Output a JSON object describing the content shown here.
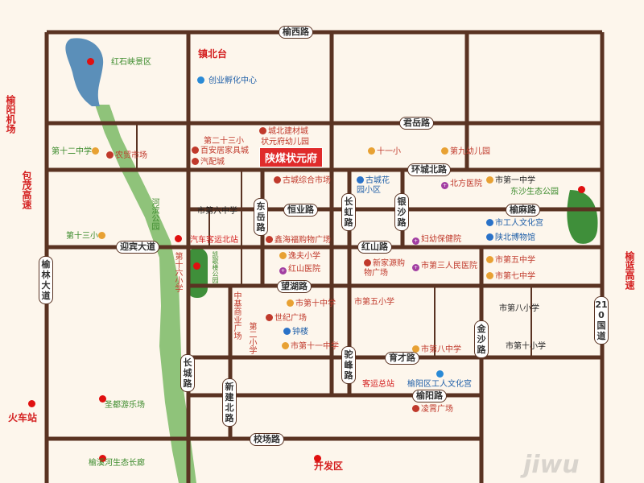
{
  "colors": {
    "background": "#fdf6ec",
    "road": "#5a3322",
    "river": "#8fc37a",
    "lake": "#5b8fb9",
    "park": "#3f8f3a",
    "highlight": "#e02b2b"
  },
  "roads": {
    "yuxi": "榆西路",
    "junyue": "君岳路",
    "huancheng_north": "环城北路",
    "hengye": "恒业路",
    "dongyue": "东岳路",
    "changhong": "长虹路",
    "yinsha": "银沙路",
    "yuma": "榆麻路",
    "yingbin": "迎宾大道",
    "hongshan": "红山路",
    "wanghu": "望湖路",
    "yulin_dadao": "榆林大道",
    "changcheng": "长城路",
    "tuofeng": "驼峰路",
    "jinsha": "金沙路",
    "yucai": "育才路",
    "yuyang": "榆阳路",
    "xinjian_north": "新建北路",
    "xiaochang": "校场路",
    "g210": "210国道",
    "yulan_gaosu": "榆蓝高速",
    "baomao_gaosu": "包茂高速",
    "yuyang_airport": "榆阳机场"
  },
  "places": {
    "hongshixia": "红石峡景区",
    "zhenbeitai": "镇北台",
    "chuangye": "创业孵化中心",
    "chengbei_jiancai": "城北建材城",
    "school_23": "第二十三小",
    "zhuangyuanfu_kg": "状元府幼儿园",
    "baian_jiaju": "百安居家具城",
    "qipeicheng": "汽配城",
    "featured": "陕煤状元府",
    "no12_middle": "第十二中学",
    "nongmao": "农贸市场",
    "shiyixiao": "十一小",
    "no9_kg": "第九幼儿园",
    "gucheng_market": "古城综合市场",
    "gucheng_garden": "古城花园小区",
    "beifang_hospital": "北方医院",
    "no1_middle": "市第一中学",
    "dongsha_park": "东沙生态公园",
    "no6_middle": "市第六中学",
    "hebin_park": "河滨公园",
    "no13_primary": "第十三小",
    "qiche_keyun": "汽车客运北站",
    "xinhaifu": "鑫海福购物广场",
    "fuyou": "妇幼保健院",
    "worker_culture": "市工人文化宫",
    "shaanbei_museum": "陕北博物馆",
    "no16_primary": "第十六小学",
    "yifu_primary": "逸夫小学",
    "hongshan_hospital": "红山医院",
    "xinjiayuan": "新家源购物广场",
    "no3_hospital": "市第三人民医院",
    "no5_middle": "市第五中学",
    "no7_middle": "市第七中学",
    "jiandan_park": "凯歌楼公园",
    "zhongji_plaza": "中基商业广场",
    "no10_middle": "市第十中学",
    "no5_primary": "市第五小学",
    "shiji_plaza": "世纪广场",
    "no2_primary": "第二小学",
    "zhonglou": "钟楼",
    "no11_middle": "市第十一中学",
    "no8_primary": "市第八小学",
    "no8_middle": "市第八中学",
    "no10_primary": "市第十小学",
    "keyun_station": "客运总站",
    "district_culture": "榆阳区工人文化宫",
    "lingxiao": "凌霄广场",
    "train_station": "火车站",
    "shengdu": "圣都游乐场",
    "yuxi_park": "榆溪河生态长廊",
    "kaifaqu": "开发区"
  }
}
